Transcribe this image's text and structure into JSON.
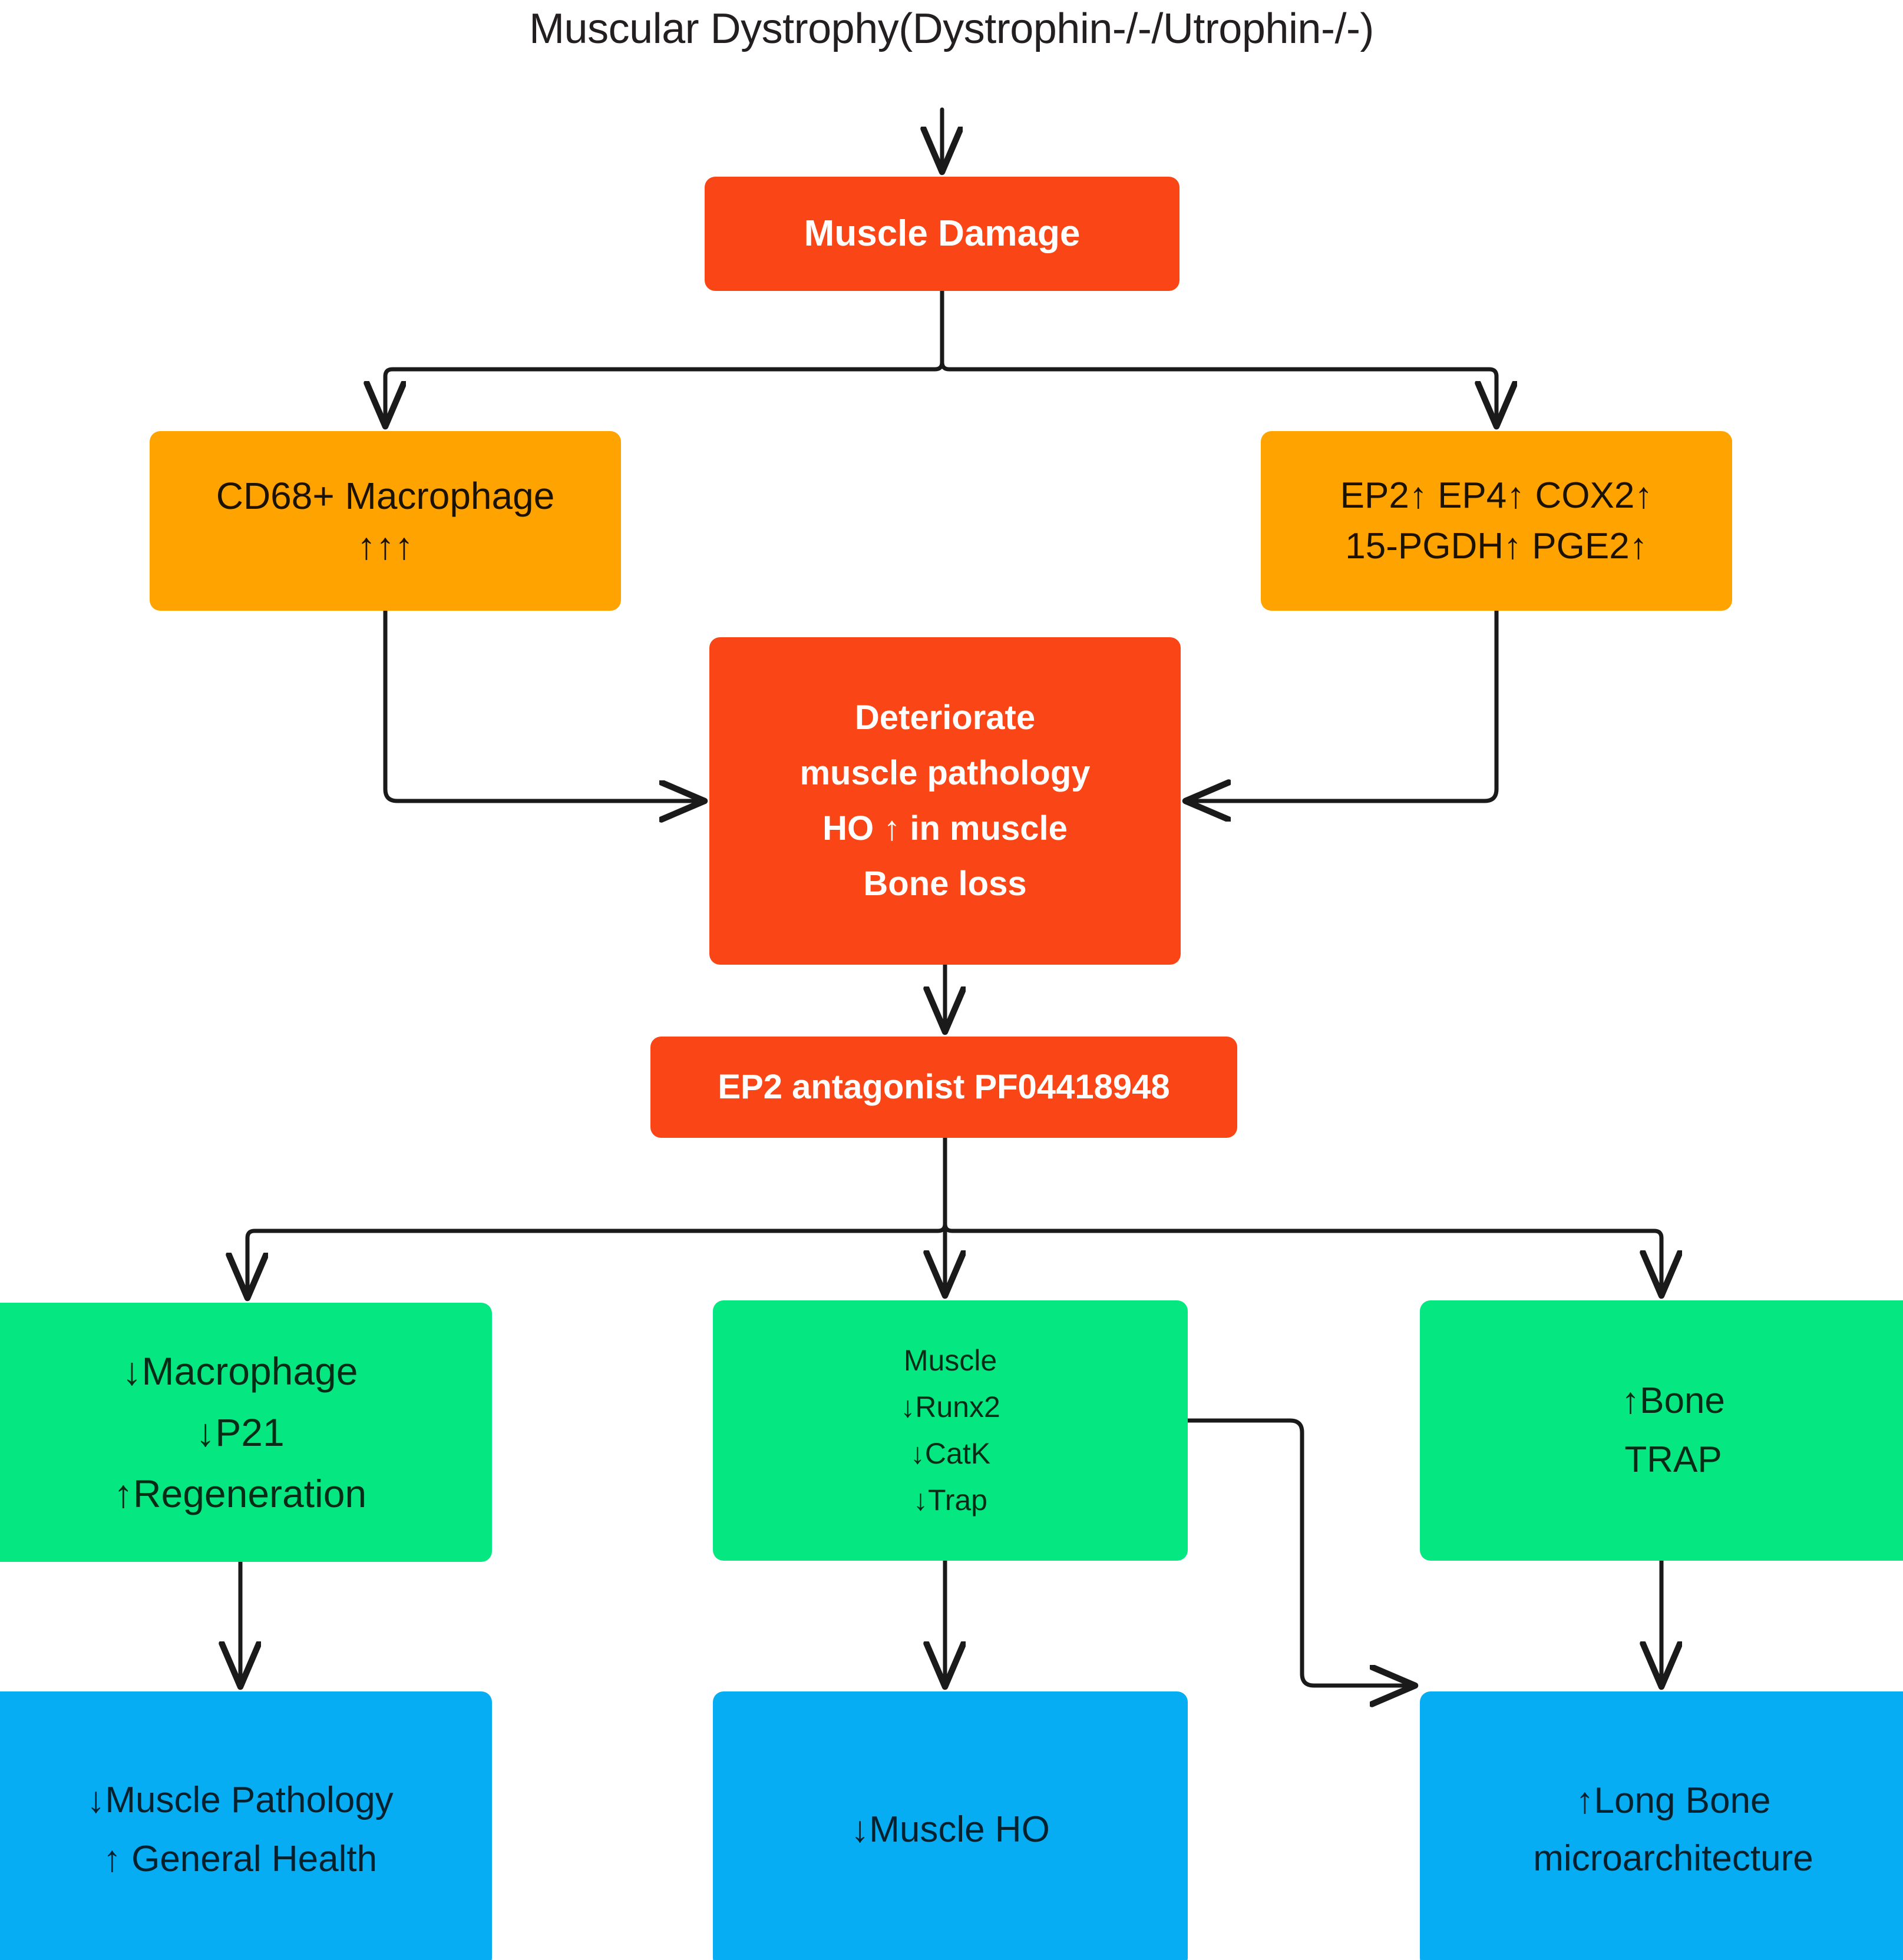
{
  "diagram": {
    "title": "Muscular Dystrophy(Dystrophin-/-/Utrophin-/-)",
    "colors": {
      "red": "#FA4616",
      "orange": "#FFA300",
      "green": "#05E780",
      "blue": "#06ADF2",
      "edge": "#1a1a1a",
      "background": "#FFFFFF"
    },
    "nodes": {
      "muscle_damage": {
        "lines": [
          "Muscle Damage"
        ]
      },
      "cd68_macrophage": {
        "lines": [
          "CD68+ Macrophage",
          "↑↑↑"
        ]
      },
      "ep_markers": {
        "lines": [
          "EP2↑ EP4↑ COX2↑",
          "15-PGDH↑ PGE2↑"
        ]
      },
      "deteriorate": {
        "lines": [
          "Deteriorate",
          "muscle pathology",
          "HO ↑ in muscle",
          "Bone loss"
        ]
      },
      "ep2_antagonist": {
        "lines": [
          "EP2 antagonist PF04418948"
        ]
      },
      "macrophage_down": {
        "lines": [
          "↓Macrophage",
          "↓P21",
          "↑Regeneration"
        ]
      },
      "muscle_markers": {
        "lines": [
          "Muscle",
          "↓Runx2",
          "↓CatK",
          "↓Trap"
        ]
      },
      "bone_trap": {
        "lines": [
          "↑Bone",
          "TRAP"
        ]
      },
      "muscle_pathology": {
        "lines": [
          "↓Muscle Pathology",
          "↑ General Health"
        ]
      },
      "muscle_ho": {
        "lines": [
          "↓Muscle HO"
        ]
      },
      "long_bone": {
        "lines": [
          "↑Long Bone",
          "microarchitecture"
        ]
      }
    },
    "edges": [
      {
        "from": "title",
        "to": "muscle_damage",
        "style": "straight-arrow-down"
      },
      {
        "from": "muscle_damage",
        "to": "cd68_macrophage",
        "style": "split-bus-left"
      },
      {
        "from": "muscle_damage",
        "to": "ep_markers",
        "style": "split-bus-right"
      },
      {
        "from": "cd68_macrophage",
        "to": "deteriorate",
        "style": "elbow-down-right"
      },
      {
        "from": "ep_markers",
        "to": "deteriorate",
        "style": "elbow-down-left"
      },
      {
        "from": "deteriorate",
        "to": "ep2_antagonist",
        "style": "straight-arrow-down"
      },
      {
        "from": "ep2_antagonist",
        "to": "macrophage_down",
        "style": "split-bus-left"
      },
      {
        "from": "ep2_antagonist",
        "to": "muscle_markers",
        "style": "straight-arrow-down"
      },
      {
        "from": "ep2_antagonist",
        "to": "bone_trap",
        "style": "split-bus-right"
      },
      {
        "from": "macrophage_down",
        "to": "muscle_pathology",
        "style": "straight-arrow-down"
      },
      {
        "from": "muscle_markers",
        "to": "muscle_ho",
        "style": "straight-arrow-down"
      },
      {
        "from": "bone_trap",
        "to": "long_bone",
        "style": "straight-arrow-down"
      },
      {
        "from": "muscle_markers",
        "to": "long_bone",
        "style": "s-curve-right"
      }
    ]
  }
}
